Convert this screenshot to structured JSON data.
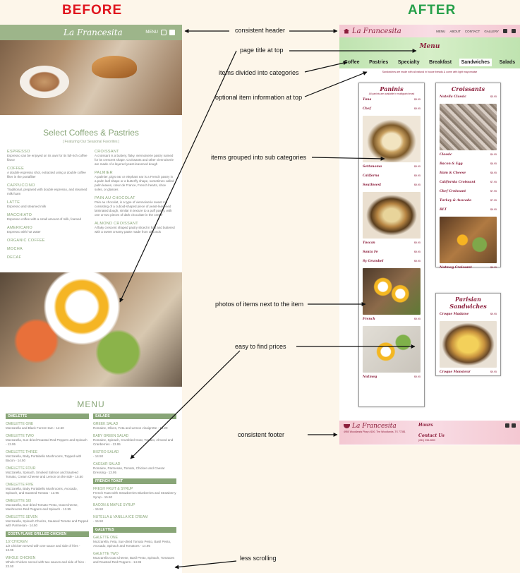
{
  "headings": {
    "before": "BEFORE",
    "after": "AFTER"
  },
  "annotations": [
    "consistent header",
    "page title at top",
    "items divided into categories",
    "optional item information at top",
    "items grouped into sub categories",
    "photos of items next to the item",
    "easy to find prices",
    "consistent footer",
    "less scrolling"
  ],
  "before": {
    "logo": "La Francesita",
    "nav_menu": "MENU",
    "title": "Select Coffees & Pastries",
    "subtitle": "[ Featuring Our Seasonal Favorites ]",
    "coffees": [
      {
        "name": "ESPRESSO",
        "desc": "Espresso can be enjoyed on its own for its full-rich coffee flavor"
      },
      {
        "name": "COFFEE",
        "desc": "A double espresso shot, extracted using a double coffee filter in the portafilter"
      },
      {
        "name": "CAPPUCCINO",
        "desc": "Traditional, prepared with double espresso, and steamed milk foam"
      },
      {
        "name": "LATTE",
        "desc": "Espresso and steamed milk"
      },
      {
        "name": "MACCHIATO",
        "desc": "Espresso coffee with a small amount of milk, foamed"
      },
      {
        "name": "AMERICANO",
        "desc": "Espresso with hot water"
      },
      {
        "name": "ORGANIC COFFEE",
        "desc": ""
      },
      {
        "name": "MOCHA",
        "desc": ""
      },
      {
        "name": "DECAF",
        "desc": ""
      }
    ],
    "pastries": [
      {
        "name": "CROISSANT",
        "desc": "A croissant is a buttery, flaky, viennoiserie pastry named for its crescent shape. Croissants and other viennoiserie are made of a layered yeast-leavened dough"
      },
      {
        "name": "PALMIER",
        "desc": "A palmier, pig's ear or elephant ear is a French pastry in a palm leaf shape or a butterfly shape, sometimes called palm leaves, cœur de France, French hearts, shoe soles, or glasses"
      },
      {
        "name": "PAIN AU CHOCOLAT",
        "desc": "Pain au chocolat, is a type of viennoiserie sweet roll consisting of a cuboid-shaped piece of yeast-leavened laminated dough, similar in texture to a puff pastry, with one or two pieces of dark chocolate in the center"
      },
      {
        "name": "ALMOND CROISSANT",
        "desc": "A flaky crescent shaped pastry sliced in half and buttered with a sweet creamy paste made from almonds"
      }
    ],
    "menu_title": "MENU",
    "left_sections": [
      {
        "title": "OMELETTE",
        "items": [
          {
            "n": "OMELETTE ONE",
            "d": "Mozzarella and Black Forest Ham - 12.50"
          },
          {
            "n": "OMELETTE TWO",
            "d": "Mozzarella, Sun-dried Roasted Red Peppers and Spinach - 13.95"
          },
          {
            "n": "OMELETTE THREE",
            "d": "Mozzarella, Baby Portabello Mushrooms, Topped with Bacon - 14.50"
          },
          {
            "n": "OMELETTE FOUR",
            "d": "Mozzarella, Spinach, Smoked Salmon and Sauteed Tomato, Cream Cheese and Lemon on the side - 15.50"
          },
          {
            "n": "OMELETTE FIVE",
            "d": "Mozzarella, Baby Portabello Mushrooms, Avocado, Spinach, and Sauteed Tomato - 13.95"
          },
          {
            "n": "OMELETTE SIX",
            "d": "Mozzarella, Sun-dried Tomato Pesto, Goat Cheese, Mushrooms Red Peppers and Spinach - 13.95"
          },
          {
            "n": "OMELETTE SEVEN",
            "d": "Mozzarella, Spinach Chorizo, Sauteed Tomato and Topped with Parmesan - 14.50"
          }
        ]
      },
      {
        "title": "COSTA FLAME GRILLED CHICKEN",
        "items": [
          {
            "n": "1/2 CHICKEN",
            "d": "1/2 Chicken served with one sauce and side of fries - 13.95"
          },
          {
            "n": "WHOLE CHICKEN",
            "d": "Whole Chicken served with two sauces and side of fries - 23.50"
          }
        ]
      }
    ],
    "right_sections": [
      {
        "title": "SALADS",
        "items": [
          {
            "n": "GREEK SALAD",
            "d": "Romaine, Olives, Feta and Lemon vinaigrette - 13.20"
          },
          {
            "n": "BABY GREEN SALAD",
            "d": "Romaine, Spinach, Crumbled Goat, Tomato, Almond and Cranberries - 13.95"
          },
          {
            "n": "BISTRO SALAD",
            "d": "- 14.50"
          },
          {
            "n": "CAESAR SALAD",
            "d": "Romaine, Parmesan, Tomato, Chicken and Caesar Dressing - 13.95"
          }
        ]
      },
      {
        "title": "FRENCH TOAST",
        "items": [
          {
            "n": "FRESH FRUIT & SYRUP",
            "d": "French Toast with Strawberries Blueberries and Strawberry Syrup - 15.50"
          },
          {
            "n": "BACON & MAPLE SYRUP",
            "d": "- 15.50"
          },
          {
            "n": "NUTELLA & VANILLA ICE CREAM",
            "d": "- 15.50"
          }
        ]
      },
      {
        "title": "GALETTES",
        "items": [
          {
            "n": "GALETTE ONE",
            "d": "Mozzarella, Feta, Sun-dried Tomato Pesto, Basil Pesto, Avocado, Spinach and Tomatoes - 14.95"
          },
          {
            "n": "GALETTE TWO",
            "d": "Mozzarella Goat Cheese, Basil Pesto, Spinach, Tomatoes and Roasted Red Peppers - 14.95"
          }
        ]
      }
    ]
  },
  "after": {
    "logo": "La Francesita",
    "nav": [
      "MENU",
      "ABOUT",
      "CONTACT",
      "GALLERY"
    ],
    "page_title": "Menu",
    "tabs": [
      "Coffee",
      "Pastries",
      "Specialty",
      "Breakfast",
      "Sandwiches",
      "Salads"
    ],
    "note": "Sandwiches are made with all natural in house breads & come with light mayonnaise",
    "paninis": {
      "title": "Paninis",
      "sub": "All paninis are available in multigrain bread",
      "items": [
        {
          "n": "Tuna",
          "p": "$9.95"
        },
        {
          "n": "Chef",
          "p": "$9.95"
        },
        {
          "n": "Settanoma",
          "p": "$9.95"
        },
        {
          "n": "Californa",
          "p": "$9.95"
        },
        {
          "n": "Southwest",
          "p": "$9.95"
        },
        {
          "n": "Tuscan",
          "p": "$9.95"
        },
        {
          "n": "Santa Fe",
          "p": "$9.95"
        },
        {
          "n": "Sy Grumbel",
          "p": "$9.95"
        },
        {
          "n": "French",
          "p": "$9.95"
        },
        {
          "n": "Nutmeg",
          "p": "$9.95"
        }
      ]
    },
    "croissants": {
      "title": "Croissants",
      "items": [
        {
          "n": "Nutella Classic",
          "p": "$5.95"
        },
        {
          "n": "Classic",
          "p": "$4.95"
        },
        {
          "n": "Bacon & Egg",
          "p": "$6.95"
        },
        {
          "n": "Ham & Cheese",
          "p": "$6.95"
        },
        {
          "n": "California Croissant",
          "p": "$7.95"
        },
        {
          "n": "Chef Croissant",
          "p": "$7.95"
        },
        {
          "n": "Turkey & Avocado",
          "p": "$7.95"
        },
        {
          "n": "BLT",
          "p": "$6.95"
        },
        {
          "n": "Nutmeg Croissant",
          "p": "$6.95"
        }
      ]
    },
    "parisian": {
      "title": "Parisian Sandwiches",
      "items": [
        {
          "n": "Croque Madame",
          "p": "$9.95"
        },
        {
          "n": "Croque Monsieur",
          "p": "$9.95"
        }
      ]
    },
    "footer": {
      "logo": "La Francesita",
      "address": "4950 Woodlands Pkwy #100, The Woodlands, TX 77381",
      "hours_head": "Hours",
      "contact_head": "Contact Us",
      "phone": "(281) 298-9899"
    }
  }
}
